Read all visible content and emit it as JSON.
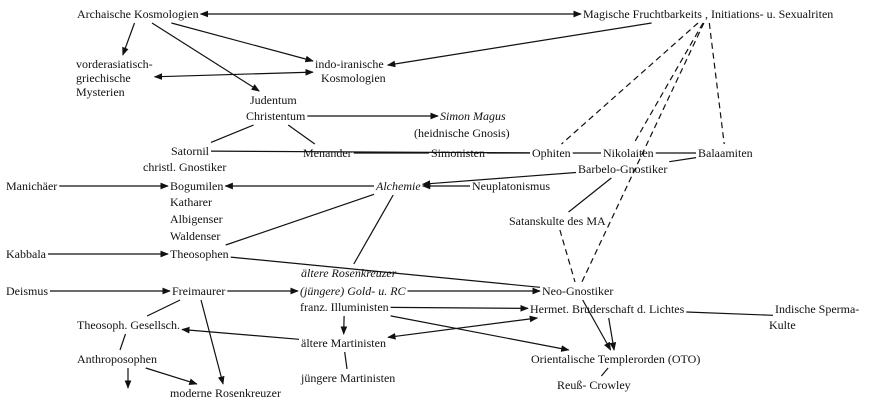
{
  "nodes": {
    "archaische": {
      "label": "Archaische Kosmologien"
    },
    "magische": {
      "label": "Magische Fruchtbarkeits , Initiations- u. Sexualriten"
    },
    "vorderasiatisch": {
      "lines": [
        "vorderasiatisch-",
        "griechische",
        "Mysterien"
      ]
    },
    "indoiranische": {
      "lines": [
        "indo-iranische",
        "Kosmologien"
      ]
    },
    "judentum": {
      "label": "Judentum"
    },
    "christentum": {
      "label": "Christentum"
    },
    "simon_magus": {
      "label": "Simon Magus"
    },
    "heidnische_gnosis": {
      "label": "(heidnische Gnosis)"
    },
    "satornil": {
      "label": "Satornil"
    },
    "menander": {
      "label": "Menander"
    },
    "simonisten": {
      "label": "Simonisten"
    },
    "ophiten": {
      "label": "Ophiten"
    },
    "nikolaiten": {
      "label": "Nikolaiten"
    },
    "balaamiten": {
      "label": "Balaamiten"
    },
    "christl_gnostiker": {
      "label": "christl. Gnostiker"
    },
    "barbelo": {
      "label": "Barbelo-Gnostiker"
    },
    "manichaeer": {
      "label": "Manichäer"
    },
    "bogumilen": {
      "label": "Bogumilen"
    },
    "alchemie": {
      "label": "Alchemie"
    },
    "neuplatonismus": {
      "label": "Neuplatonismus"
    },
    "katharer": {
      "label": "Katharer"
    },
    "albigenser": {
      "label": "Albigenser"
    },
    "waldenser": {
      "label": "Waldenser"
    },
    "satanskulte": {
      "label": "Satanskulte des MA"
    },
    "kabbala": {
      "label": "Kabbala"
    },
    "theosophen": {
      "label": "Theosophen"
    },
    "aeltere_rc": {
      "label": "ältere Rosenkreuzer"
    },
    "deismus": {
      "label": "Deismus"
    },
    "freimaurer": {
      "label": "Freimaurer"
    },
    "juengere_gold": {
      "label": "(jüngere) Gold- u. RC"
    },
    "neo_gnostiker": {
      "label": "Neo-Gnostiker"
    },
    "franz_illuministen": {
      "label": "franz. Illuministen"
    },
    "hermet": {
      "label": "Hermet. Bruderschaft d. Lichtes"
    },
    "indische": {
      "lines": [
        "Indische Sperma-",
        "Kulte"
      ]
    },
    "theosoph_gesellsch": {
      "label": "Theosoph. Gesellsch."
    },
    "aeltere_martinisten": {
      "label": "ältere Martinisten"
    },
    "anthroposophen": {
      "label": "Anthroposophen"
    },
    "orientalische": {
      "label": "Orientalische Templerorden (OTO)"
    },
    "juengere_martinisten": {
      "label": "jüngere Martinisten"
    },
    "moderne_rk": {
      "label": "moderne Rosenkreuzer"
    },
    "reuss_crowley": {
      "label": "Reuß- Crowley"
    }
  },
  "edges": [
    {
      "from": "archaische",
      "to": "magische",
      "style": "solid",
      "arrow": "both"
    },
    {
      "from": "archaische",
      "to": "vorderasiatisch",
      "style": "solid",
      "arrow": "end"
    },
    {
      "from": "archaische",
      "to": "indoiranische",
      "style": "solid",
      "arrow": "end"
    },
    {
      "from": "archaische",
      "to": "judentum",
      "style": "solid",
      "arrow": "end"
    },
    {
      "from": "magische",
      "to": "indoiranische",
      "style": "solid",
      "arrow": "end"
    },
    {
      "from": "vorderasiatisch",
      "to": "indoiranische",
      "style": "solid",
      "arrow": "both"
    },
    {
      "from": "christentum",
      "to": "simon_magus",
      "style": "solid",
      "arrow": "end"
    },
    {
      "from": "christentum",
      "to": "satornil",
      "style": "solid",
      "arrow": "none"
    },
    {
      "from": "christentum",
      "to": "menander",
      "style": "solid",
      "arrow": "none"
    },
    {
      "from": "satornil",
      "to": "ophiten",
      "style": "solid",
      "arrow": "none"
    },
    {
      "from": "menander",
      "to": "simonisten",
      "style": "solid",
      "arrow": "none"
    },
    {
      "from": "simonisten",
      "to": "ophiten",
      "style": "solid",
      "arrow": "none"
    },
    {
      "from": "ophiten",
      "to": "nikolaiten",
      "style": "solid",
      "arrow": "none"
    },
    {
      "from": "nikolaiten",
      "to": "balaamiten",
      "style": "solid",
      "arrow": "none"
    },
    {
      "from": "magische",
      "to": "ophiten",
      "style": "dashed",
      "arrow": "none"
    },
    {
      "from": "magische",
      "to": "nikolaiten",
      "style": "dashed",
      "arrow": "none"
    },
    {
      "from": "magische",
      "to": "balaamiten",
      "style": "dashed",
      "arrow": "none"
    },
    {
      "from": "magische",
      "to": "neo_gnostiker",
      "style": "dashed",
      "arrow": "none"
    },
    {
      "from": "balaamiten",
      "to": "barbelo",
      "style": "solid",
      "arrow": "none"
    },
    {
      "from": "barbelo",
      "to": "alchemie",
      "style": "solid",
      "arrow": "end"
    },
    {
      "from": "neuplatonismus",
      "to": "alchemie",
      "style": "solid",
      "arrow": "end"
    },
    {
      "from": "alchemie",
      "to": "bogumilen",
      "style": "solid",
      "arrow": "end"
    },
    {
      "from": "manichaeer",
      "to": "bogumilen",
      "style": "solid",
      "arrow": "end"
    },
    {
      "from": "alchemie",
      "to": "theosophen",
      "style": "solid",
      "arrow": "none"
    },
    {
      "from": "alchemie",
      "to": "aeltere_rc",
      "style": "solid",
      "arrow": "none"
    },
    {
      "from": "barbelo",
      "to": "satanskulte",
      "style": "solid",
      "arrow": "none"
    },
    {
      "from": "satanskulte",
      "to": "neo_gnostiker",
      "style": "dashed",
      "arrow": "none"
    },
    {
      "from": "kabbala",
      "to": "theosophen",
      "style": "solid",
      "arrow": "end"
    },
    {
      "from": "deismus",
      "to": "freimaurer",
      "style": "solid",
      "arrow": "end"
    },
    {
      "from": "freimaurer",
      "to": "juengere_gold",
      "style": "solid",
      "arrow": "end"
    },
    {
      "from": "juengere_gold",
      "to": "neo_gnostiker",
      "style": "solid",
      "arrow": "end"
    },
    {
      "from": "theosophen",
      "to": "neo_gnostiker",
      "style": "solid",
      "arrow": "none"
    },
    {
      "from": "franz_illuministen",
      "to": "hermet",
      "style": "solid",
      "arrow": "end"
    },
    {
      "from": "hermet",
      "to": "indische",
      "style": "solid",
      "arrow": "none"
    },
    {
      "from": "hermet",
      "to": "orientalische",
      "style": "solid",
      "arrow": "end"
    },
    {
      "from": "neo_gnostiker",
      "to": "orientalische",
      "style": "solid",
      "arrow": "end"
    },
    {
      "from": "franz_illuministen",
      "to": "orientalische",
      "style": "solid",
      "arrow": "end"
    },
    {
      "from": "aeltere_martinisten",
      "to": "hermet",
      "style": "solid",
      "arrow": "both"
    },
    {
      "from": "franz_illuministen",
      "to": "aeltere_martinisten",
      "style": "solid",
      "arrow": "end"
    },
    {
      "from": "freimaurer",
      "to": "theosoph_gesellsch",
      "style": "solid",
      "arrow": "none"
    },
    {
      "from": "aeltere_martinisten",
      "to": "theosoph_gesellsch",
      "style": "solid",
      "arrow": "end"
    },
    {
      "from": "theosoph_gesellsch",
      "to": "anthroposophen",
      "style": "solid",
      "arrow": "none"
    },
    {
      "from": "anthroposophen",
      "to": "moderne_rk",
      "style": "solid",
      "arrow": "end"
    },
    {
      "from": "freimaurer",
      "to": "moderne_rk",
      "style": "solid",
      "arrow": "end"
    },
    {
      "from": "aeltere_martinisten",
      "to": "juengere_martinisten",
      "style": "solid",
      "arrow": "none"
    },
    {
      "from": "orientalische",
      "to": "reuss_crowley",
      "style": "solid",
      "arrow": "none"
    }
  ]
}
